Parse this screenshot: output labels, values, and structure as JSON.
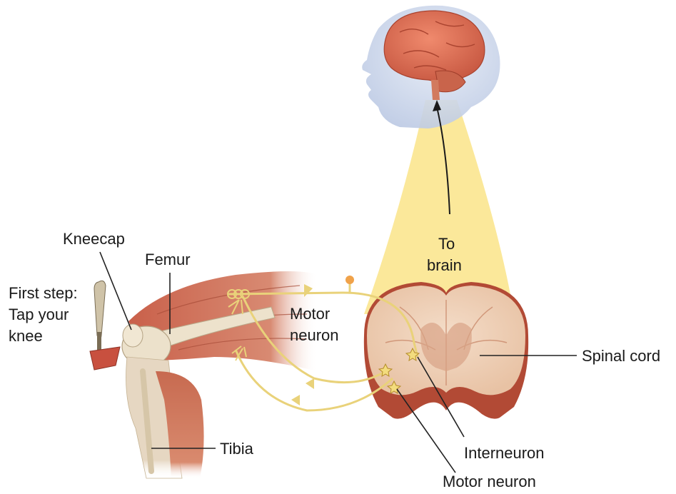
{
  "labels": {
    "kneecap": "Kneecap",
    "femur": "Femur",
    "first_step": [
      "First step:",
      "Tap your",
      "knee"
    ],
    "motor_neuron_top": [
      "Motor",
      "neuron"
    ],
    "to_brain": [
      "To",
      "brain"
    ],
    "spinal_cord": "Spinal cord",
    "tibia": "Tibia",
    "interneuron": "Interneuron",
    "motor_neuron_bottom": "Motor neuron"
  },
  "colors": {
    "nerve": "#e9d27a",
    "highlight": "#fbe89a",
    "muscle": "#c96a4e",
    "bone": "#e9dcc3",
    "brain": "#d9705a",
    "head": "#cfd9ec",
    "cord_red": "#b24a35",
    "leader": "#222222"
  }
}
